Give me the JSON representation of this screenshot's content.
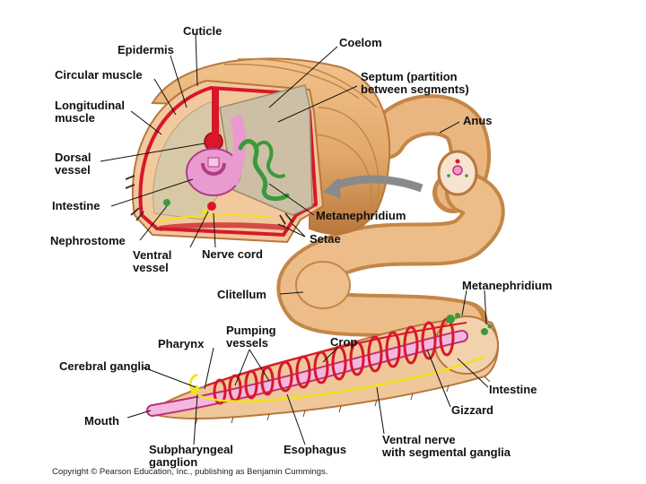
{
  "labels": {
    "cuticle": "Cuticle",
    "epidermis": "Epidermis",
    "coelom": "Coelom",
    "circular_muscle": "Circular muscle",
    "septum": "Septum (partition\nbetween segments)",
    "longitudinal_muscle": "Longitudinal\nmuscle",
    "anus": "Anus",
    "dorsal_vessel": "Dorsal\nvessel",
    "intestine_top": "Intestine",
    "metanephridium_top": "Metanephridium",
    "nephrostome": "Nephrostome",
    "setae": "Setae",
    "ventral_vessel": "Ventral\nvessel",
    "nerve_cord": "Nerve cord",
    "clitellum": "Clitellum",
    "metanephridium_right": "Metanephridium",
    "pumping_vessels": "Pumping\nvessels",
    "pharynx": "Pharynx",
    "crop": "Crop",
    "cerebral_ganglia": "Cerebral ganglia",
    "intestine_bottom": "Intestine",
    "gizzard": "Gizzard",
    "mouth": "Mouth",
    "subpharyngeal_ganglion": "Subpharyngeal\nganglion",
    "esophagus": "Esophagus",
    "ventral_nerve": "Ventral nerve\nwith segmental ganglia"
  },
  "copyright": "Copyright © Pearson Education, Inc., publishing as Benjamin Cummings.",
  "colors": {
    "body_tan": "#e2a96a",
    "body_dark": "#b9773c",
    "vessel_red": "#d9172a",
    "intestine_pink": "#e99bd0",
    "nephridium_green": "#3a9a3a",
    "nerve_yellow": "#f2e21c",
    "arrow_gray": "#8a8a8a"
  }
}
